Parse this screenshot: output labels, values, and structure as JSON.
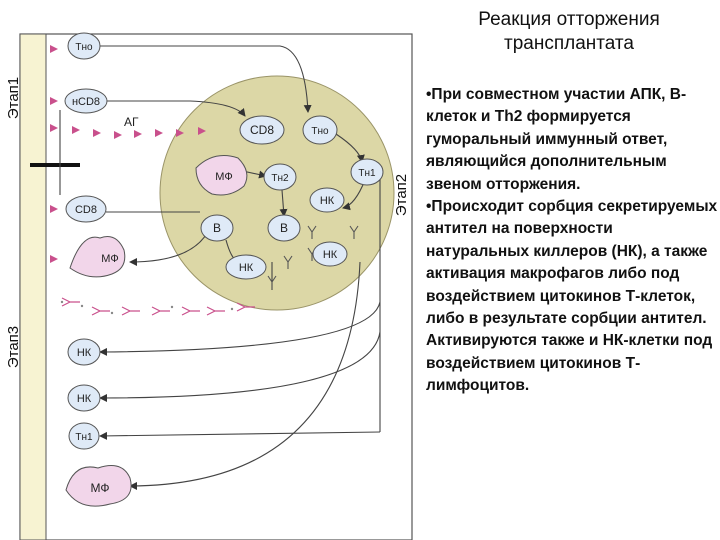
{
  "title": {
    "line1": "Реакция отторжения",
    "line2": "трансплантата"
  },
  "stages": {
    "stage1": "Этап1",
    "stage2": "Этап2",
    "stage3": "Этап3"
  },
  "cells": {
    "tho": "Тно",
    "hcd8": "нCD8",
    "cd8": "CD8",
    "mf": "МФ",
    "th2": "Тн2",
    "th1": "Тн1",
    "nk": "НК",
    "b": "В",
    "ag": "АГ"
  },
  "paragraphs": [
    "•При совместном участии АПК, В-клеток и Th2 формируется гуморальный иммунный ответ, являющийся дополнительным звеном отторжения.",
    "•Происходит сорбция секретируемых антител на поверхности натуральных киллеров (НК), а также активация макрофагов либо под воздействием цитокинов Т-клеток, либо в результате сорбции антител.",
    "Активируются также и НК-клетки под воздействием цитокинов Т-лимфоцитов."
  ],
  "colors": {
    "graft_fill": "#dcd7a6",
    "wall_fill": "#f7f3d2",
    "cell_fill": "#dfeaf7",
    "mf_fill": "#f2d6ea",
    "arrow_red": "#c9508c",
    "line": "#444444"
  }
}
